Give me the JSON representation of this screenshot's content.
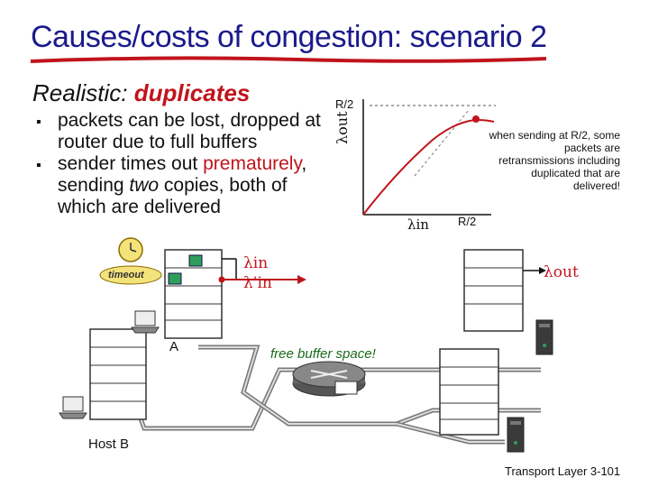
{
  "title": "Causes/costs of congestion: scenario 2",
  "subtitle_prefix": "Realistic: ",
  "subtitle_emph": "duplicates",
  "bullets": {
    "b1": "packets can be lost, dropped at router due  to full buffers",
    "b2_a": "sender times out ",
    "b2_red": "prematurely",
    "b2_b": ", sending ",
    "b2_two": "two",
    "b2_c": " copies, both of which are delivered"
  },
  "graph": {
    "y_top_label": "R/2",
    "y_axis": "λout",
    "x_axis": "λin",
    "x_label_r2": "R/2",
    "note": "when sending at R/2, some packets are retransmissions including duplicated that are delivered!"
  },
  "network": {
    "timeout_label": "timeout",
    "lambda_in": "λin",
    "lambda_in_prime": "λ'in",
    "lambda_out": "λout",
    "host_a": "A",
    "host_b": "Host B",
    "free_buffer": "free buffer space!"
  },
  "footer": "Transport Layer 3-101",
  "colors": {
    "title": "#1a1a8c",
    "accent_red": "#c0141c",
    "packet_green": "#2f9e5a",
    "curve": "#c0141c"
  }
}
